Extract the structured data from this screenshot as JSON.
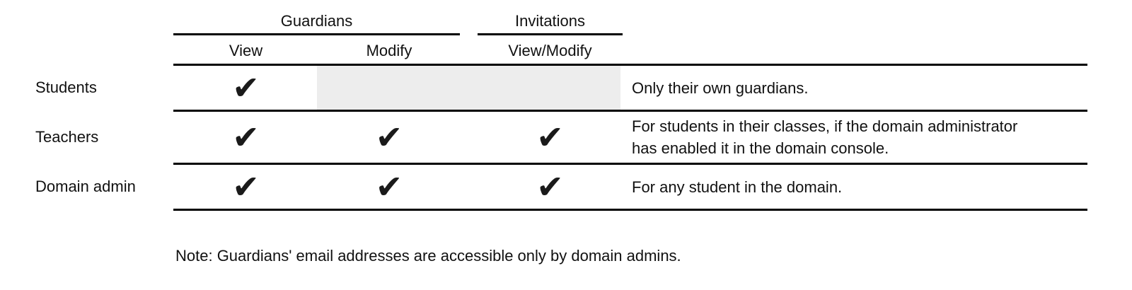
{
  "colors": {
    "background": "#ffffff",
    "rule": "#000000",
    "disabled_cell_shade": "#ededed",
    "text": "#111111",
    "check": "#1a1a1a"
  },
  "table": {
    "check_glyph": "✔",
    "column_groups": [
      {
        "label": "Guardians",
        "columns": [
          "View",
          "Modify"
        ]
      },
      {
        "label": "Invitations",
        "columns": [
          "View/Modify"
        ]
      }
    ],
    "rows": [
      {
        "label": "Students",
        "cells": [
          "✔",
          "",
          ""
        ],
        "shaded_cells": [
          "Modify",
          "View/Modify"
        ],
        "note": [
          "Only their own guardians."
        ]
      },
      {
        "label": "Teachers",
        "cells": [
          "✔",
          "✔",
          "✔"
        ],
        "shaded_cells": [],
        "note": [
          "For students in their classes, if the domain administrator",
          "has enabled it in the domain console."
        ]
      },
      {
        "label": "Domain admin",
        "cells": [
          "✔",
          "✔",
          "✔"
        ],
        "shaded_cells": [],
        "note": [
          "For any student in the domain."
        ]
      }
    ]
  },
  "footnote": "Note: Guardians' email addresses are accessible only by domain admins."
}
